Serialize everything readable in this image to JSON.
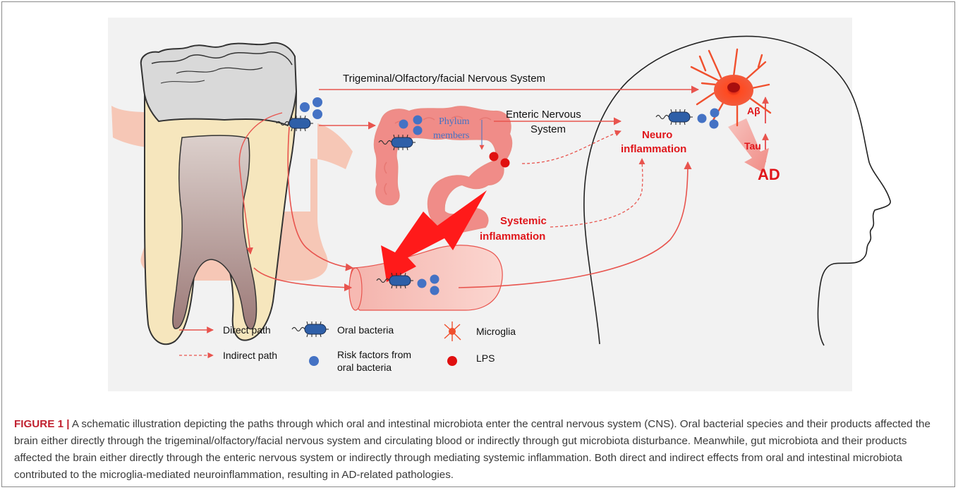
{
  "diagram": {
    "labels": {
      "trigeminal": "Trigeminal/Olfactory/facial Nervous System",
      "enteric_line1": "Enteric Nervous",
      "enteric_line2": "System",
      "phylum_line1": "Phylum",
      "phylum_line2": "members",
      "neuro_line1": "Neuro",
      "neuro_line2": "inflammation",
      "systemic_line1": "Systemic",
      "systemic_line2": "inflammation",
      "abeta": "Aβ",
      "tau": "Tau",
      "ad": "AD"
    },
    "legend": {
      "direct_path": "Direct path",
      "indirect_path": "Indirect path",
      "oral_bacteria": "Oral bacteria",
      "risk_factors_line1": "Risk factors from",
      "risk_factors_line2": "oral bacteria",
      "microglia": "Microglia",
      "lps": "LPS"
    },
    "colors": {
      "arrow": "#e8544e",
      "label_red": "#e0161b",
      "bacteria": "#2e5fa8",
      "risk_dot": "#4472c4",
      "lps_dot": "#e01010",
      "gut": "#f08c88",
      "vessel": "#f8c5bf",
      "gum": "#f6c7b6",
      "panel_bg": "#f2f2f2"
    }
  },
  "caption": {
    "figure_label": "FIGURE 1",
    "separator": "|",
    "text": "A schematic illustration depicting the paths through which oral and intestinal microbiota enter the central nervous system (CNS). Oral bacterial species and their products affected the brain either directly through the trigeminal/olfactory/facial nervous system and circulating blood or indirectly through gut microbiota disturbance. Meanwhile, gut microbiota and their products affected the brain either directly through the enteric nervous system or indirectly through mediating systemic inflammation. Both direct and indirect effects from oral and intestinal microbiota contributed to the microglia-mediated neuroinflammation, resulting in AD-related pathologies."
  }
}
